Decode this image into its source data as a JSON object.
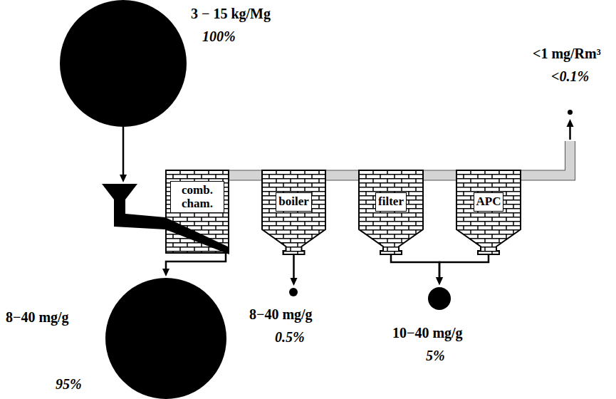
{
  "diagram": {
    "nodes": [
      {
        "text": [
          "3 − 15 kg/Mg",
          "100%"
        ]
      },
      {
        "text": [
          "comb. cham."
        ]
      },
      {
        "text": [
          "boiler"
        ]
      },
      {
        "text": [
          "filter"
        ]
      },
      {
        "text": [
          "APC"
        ]
      },
      {
        "text": [
          "<1 mg/Rm³",
          "<0.1%"
        ]
      },
      {
        "text": [
          "8−40 mg/g",
          "95%"
        ]
      },
      {
        "text": [
          "8−40 mg/g",
          "0.5%"
        ]
      },
      {
        "text": [
          "10−40 mg/g",
          "5%"
        ]
      }
    ],
    "edges": [
      {
        "from": 0,
        "to": 1,
        "arrow": "to"
      },
      {
        "from": 1,
        "to": 2,
        "arrow": "none"
      },
      {
        "from": 2,
        "to": 3,
        "arrow": "none"
      },
      {
        "from": 3,
        "to": 4,
        "arrow": "none"
      },
      {
        "from": 4,
        "to": 5,
        "arrow": "to"
      },
      {
        "from": 1,
        "to": 6,
        "arrow": "to"
      },
      {
        "from": 2,
        "to": 7,
        "arrow": "to"
      },
      {
        "from": 3,
        "to": 8,
        "arrow": "to"
      },
      {
        "from": 4,
        "to": 8,
        "arrow": "to"
      }
    ]
  }
}
